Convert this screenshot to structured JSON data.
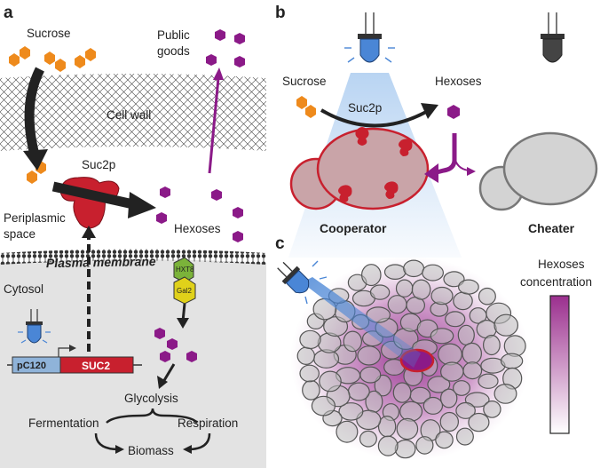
{
  "panel_a": {
    "letter": "a",
    "sucrose": "Sucrose",
    "public_goods_1": "Public",
    "public_goods_2": "goods",
    "cell_wall": "Cell wall",
    "suc2p": "Suc2p",
    "periplasmic_1": "Periplasmic",
    "periplasmic_2": "space",
    "hexoses": "Hexoses",
    "plasma_membrane": "Plasma membrane",
    "cytosol": "Cytosol",
    "promoter": "pC120",
    "gene": "SUC2",
    "transporter_1": "HXT8",
    "transporter_2": "Gal2",
    "glycolysis": "Glycolysis",
    "fermentation": "Fermentation",
    "respiration": "Respiration",
    "biomass": "Biomass"
  },
  "panel_b": {
    "letter": "b",
    "sucrose": "Sucrose",
    "hexoses": "Hexoses",
    "suc2p": "Suc2p",
    "cooperator": "Cooperator",
    "cheater": "Cheater"
  },
  "panel_c": {
    "letter": "c",
    "legend_1": "Hexoses",
    "legend_2": "concentration"
  },
  "colors": {
    "sucrose": "#ee8a1c",
    "hexose": "#8b1a88",
    "enzyme": "#c8202e",
    "cooperator_fill": "#c9a4a8",
    "cheater_fill": "#d3d3d3",
    "cytosol": "#e3e3e3",
    "light_blue": "#4a86d6"
  }
}
